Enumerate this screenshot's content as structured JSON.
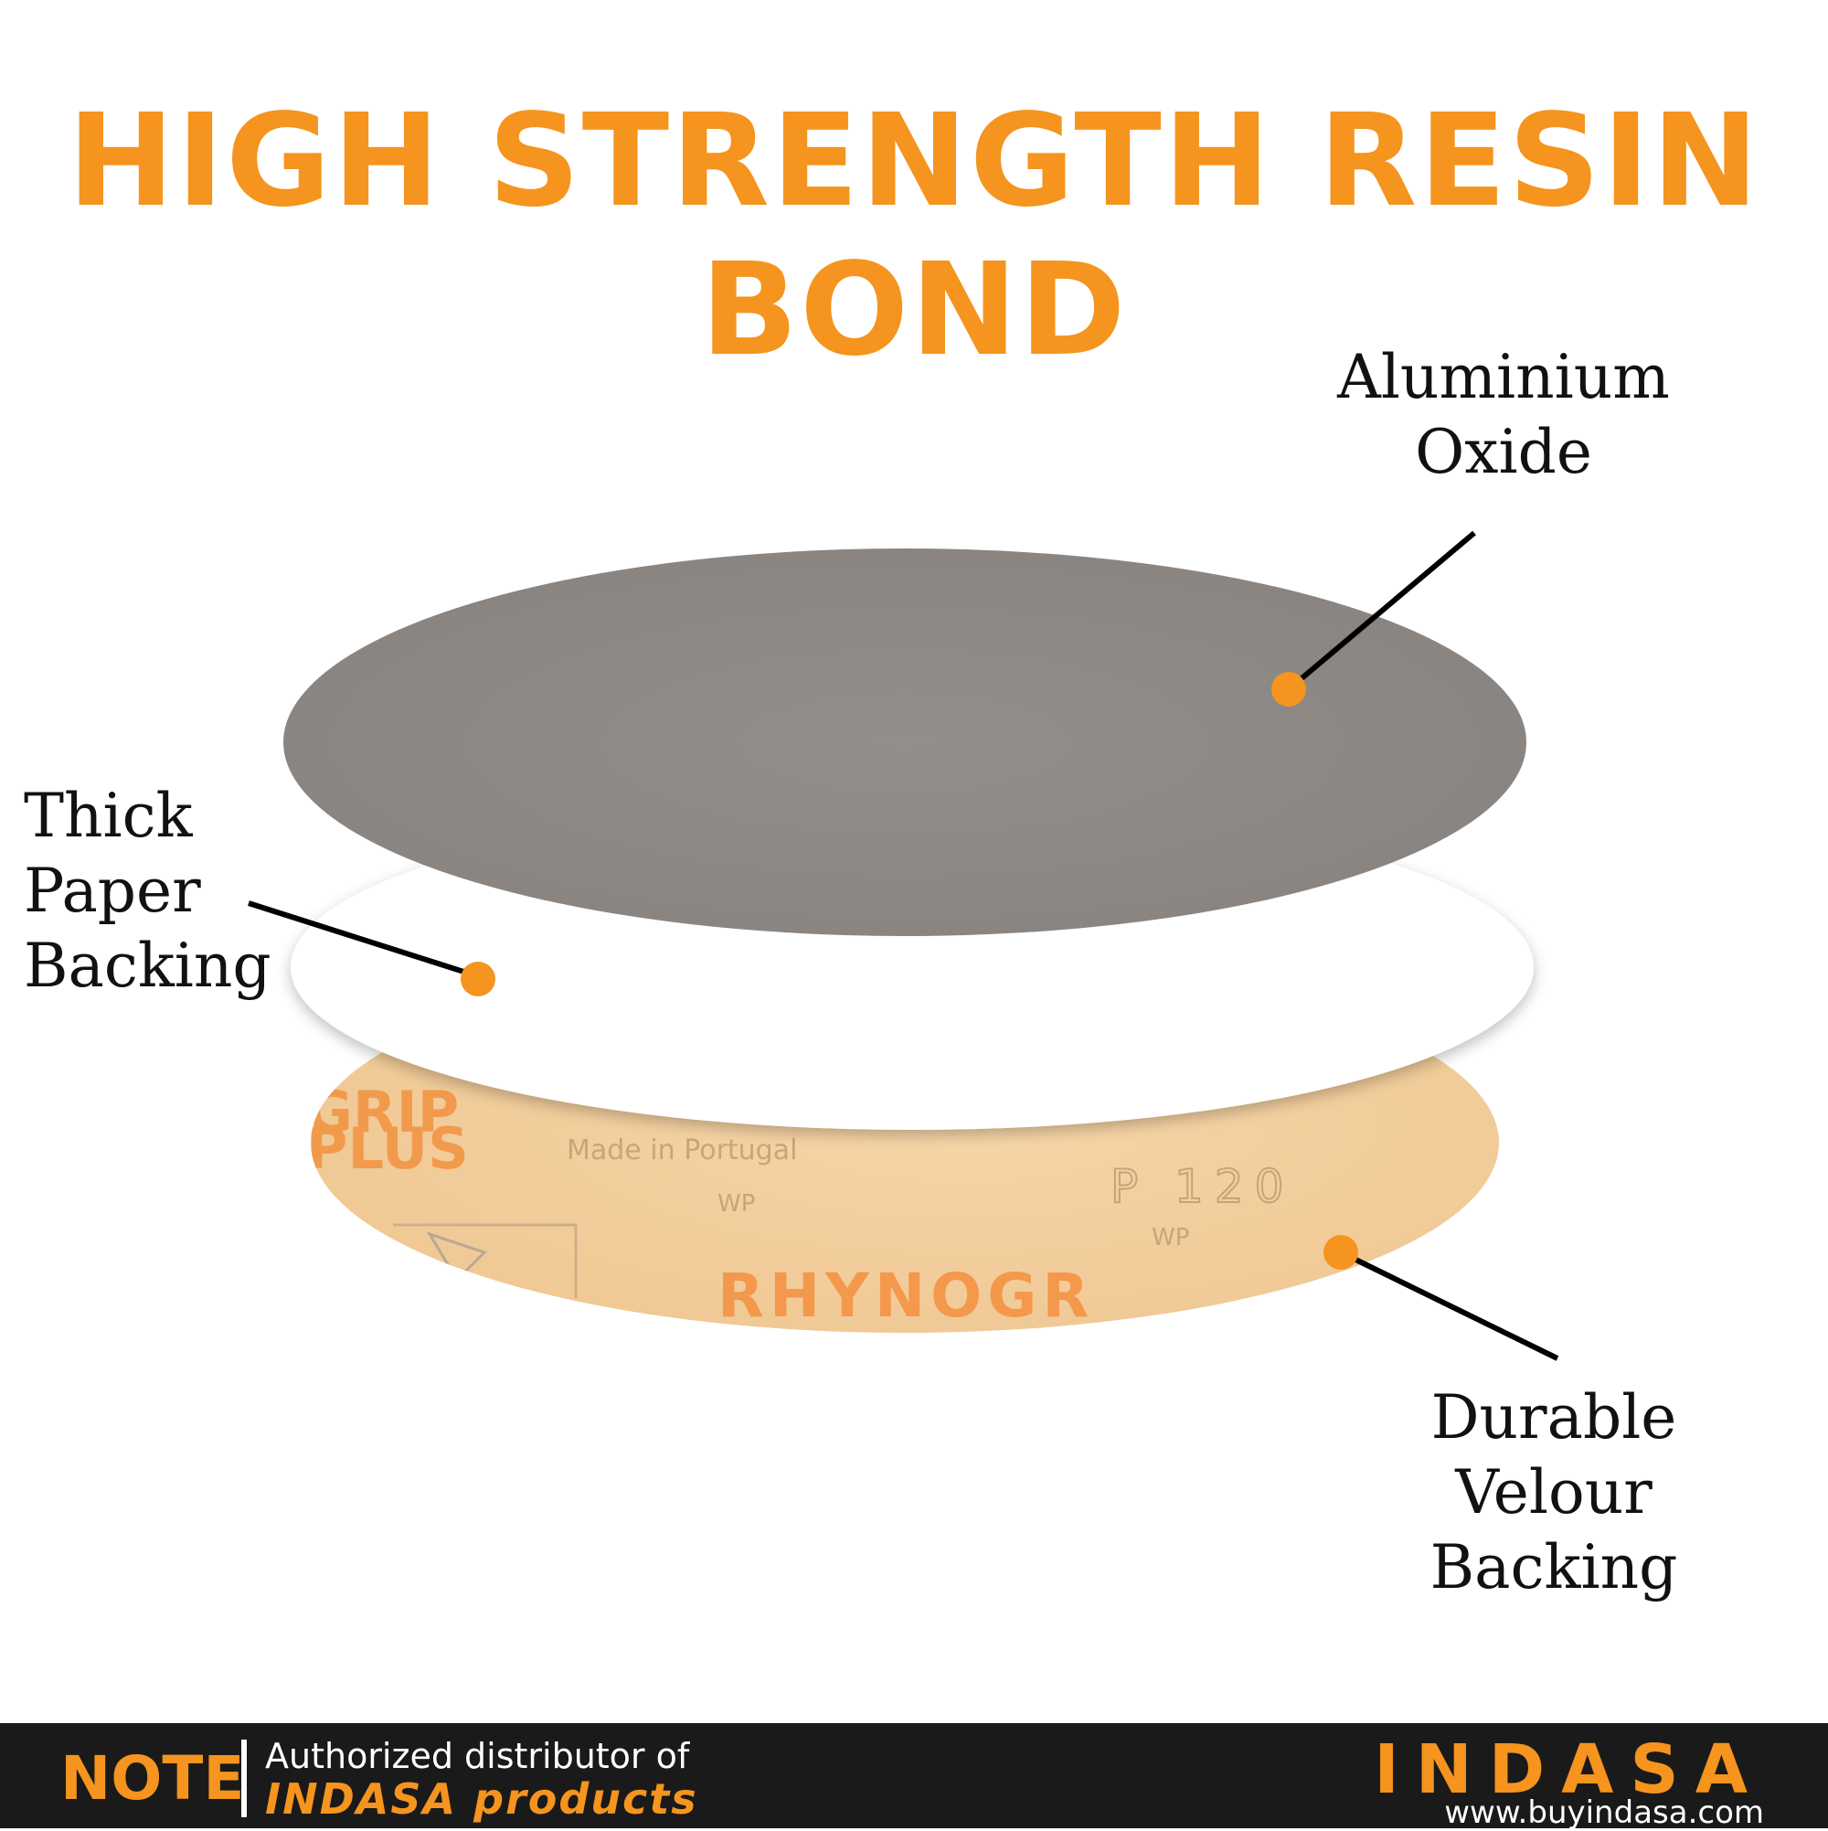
{
  "title": "HIGH STRENGTH RESIN BOND",
  "labels": {
    "aluminium": [
      "Aluminium",
      "Oxide"
    ],
    "paper": [
      "Thick",
      "Paper",
      "Backing"
    ],
    "velour": [
      "Durable",
      "Velour Backing"
    ]
  },
  "disc_print": {
    "brand_top": "GRIP",
    "brand_sub": "PLUS",
    "made_in": "Made in Portugal",
    "grade": "P 120",
    "wp": "WP",
    "line": "RHYNOGR"
  },
  "footer": {
    "note": "NOTE",
    "line1": "Authorized distributor of",
    "line2": "INDASA products",
    "brand": "INDASA",
    "url": "www.buyindasa.com"
  },
  "colors": {
    "accent": "#f5941e",
    "footer_bg": "#1a1a1a",
    "abrasive": "#8f8a87",
    "velour": "#f3cfa0"
  }
}
